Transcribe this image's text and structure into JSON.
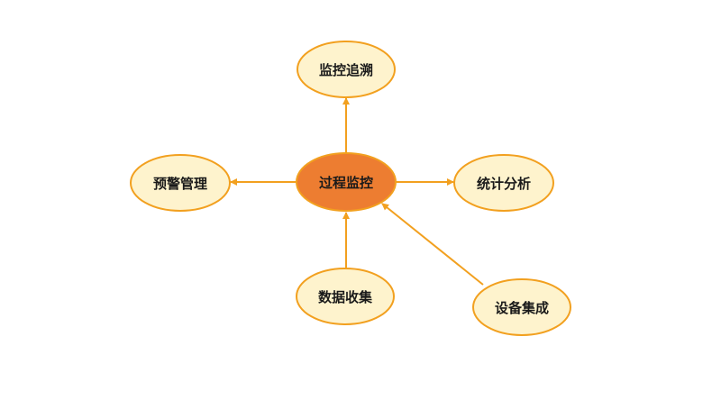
{
  "colors": {
    "center_fill": "#ED7D31",
    "node_fill": "#FEF3CD",
    "stroke": "#F2A01F"
  },
  "center": {
    "label": "过程监控"
  },
  "nodes": [
    {
      "id": "trace",
      "label": "监控追溯"
    },
    {
      "id": "warning",
      "label": "预警管理"
    },
    {
      "id": "stats",
      "label": "统计分析"
    },
    {
      "id": "collect",
      "label": "数据收集"
    },
    {
      "id": "integration",
      "label": "设备集成"
    }
  ]
}
